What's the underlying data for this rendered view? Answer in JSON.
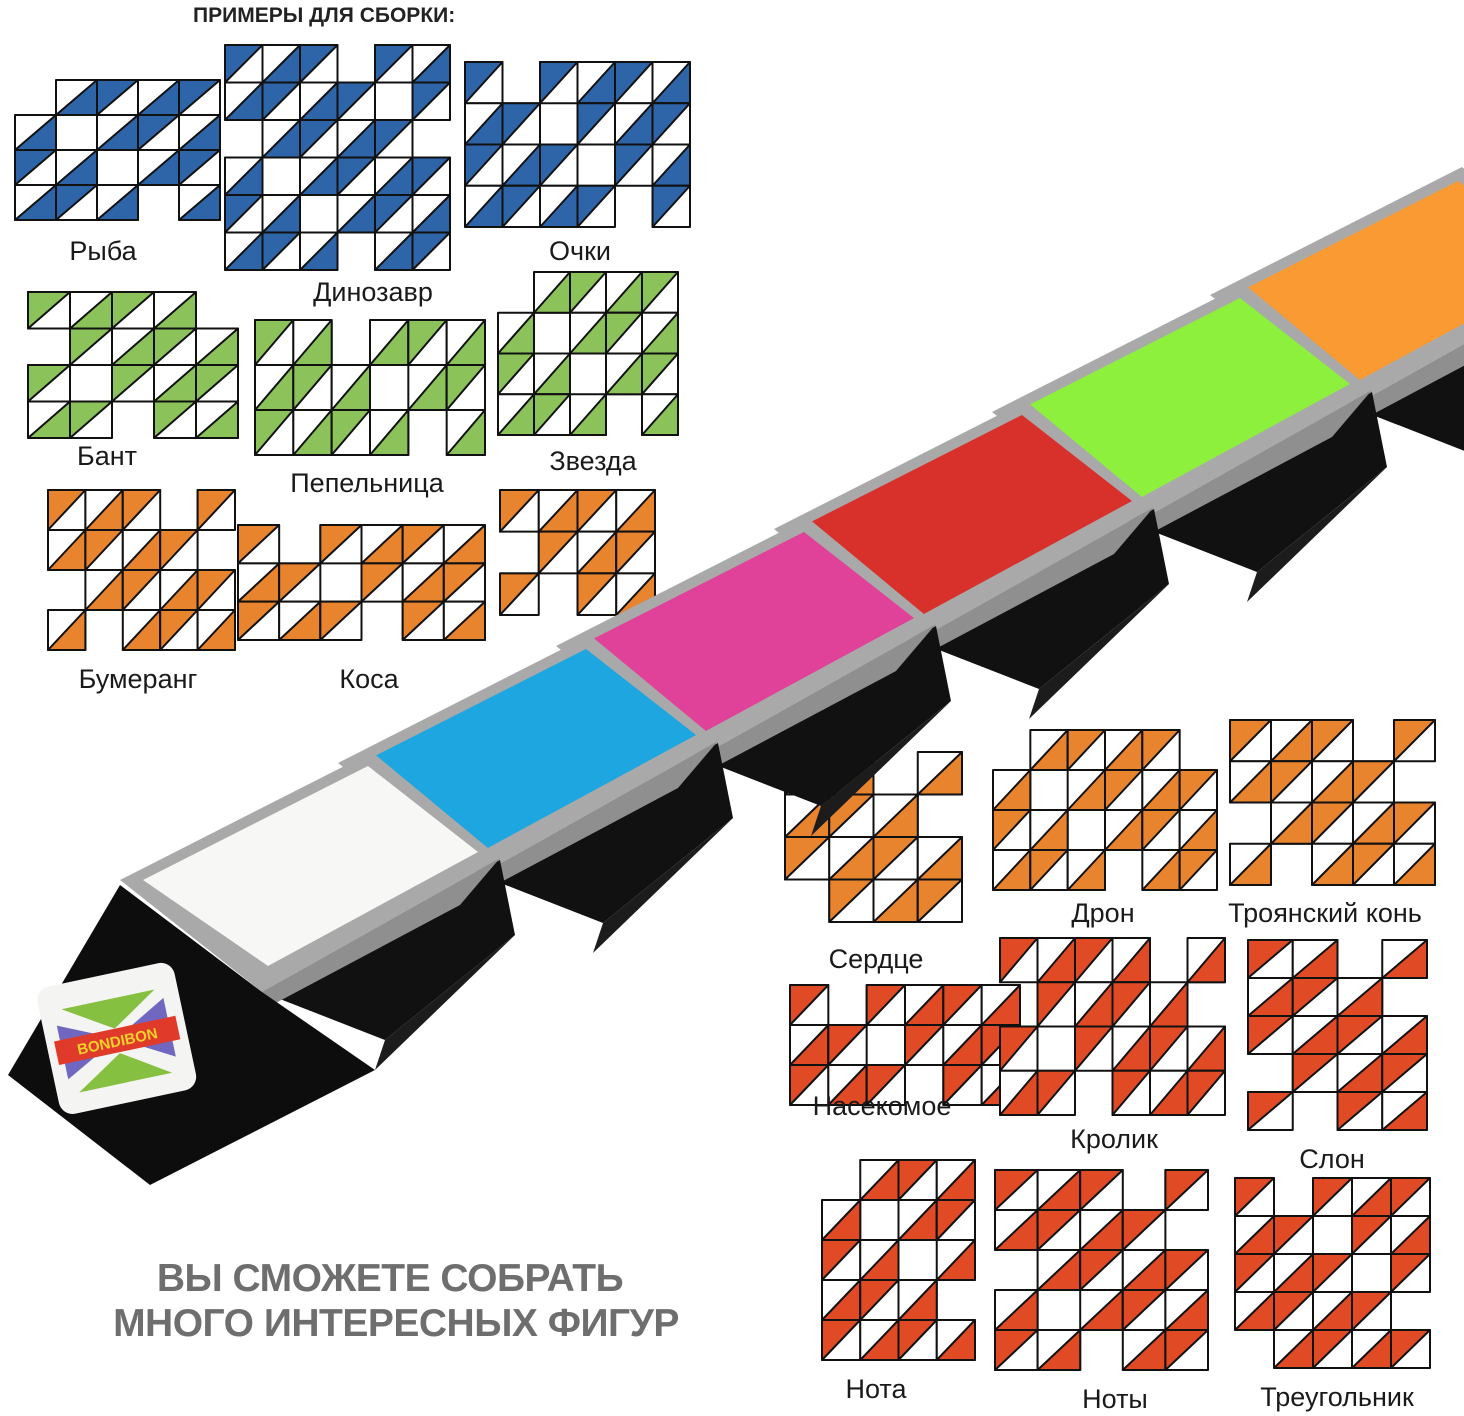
{
  "header": "ПРИМЕРЫ ДЛЯ СБОРКИ:",
  "slogan": {
    "line1": "ВЫ СМОЖЕТЕ СОБРАТЬ",
    "line2": "МНОГО ИНТЕРЕСНЫХ ФИГУР"
  },
  "logo_text": "BONDIBON",
  "colors": {
    "blue": "#2e64a8",
    "green": "#8cc25a",
    "orange": "#e8832e",
    "red": "#e04a24"
  },
  "segment_colors": [
    "#f7f7f5",
    "#1ea6e0",
    "#e0429a",
    "#d8302a",
    "#8cf03c",
    "#f99a33"
  ],
  "figures": [
    {
      "label": "Рыба",
      "color": "blue"
    },
    {
      "label": "Динозавр",
      "color": "blue"
    },
    {
      "label": "Очки",
      "color": "blue"
    },
    {
      "label": "Бант",
      "color": "green"
    },
    {
      "label": "Пепельница",
      "color": "green"
    },
    {
      "label": "Звезда",
      "color": "green"
    },
    {
      "label": "Бумеранг",
      "color": "orange"
    },
    {
      "label": "Коса",
      "color": "orange"
    },
    {
      "label": "",
      "color": "orange"
    },
    {
      "label": "Сердце",
      "color": "orange"
    },
    {
      "label": "Дрон",
      "color": "orange"
    },
    {
      "label": "Троянский конь",
      "color": "orange"
    },
    {
      "label": "Насекомое",
      "color": "red"
    },
    {
      "label": "Кролик",
      "color": "red"
    },
    {
      "label": "Слон",
      "color": "red"
    },
    {
      "label": "Нота",
      "color": "red"
    },
    {
      "label": "Ноты",
      "color": "red"
    },
    {
      "label": "Треугольник",
      "color": "red"
    }
  ]
}
